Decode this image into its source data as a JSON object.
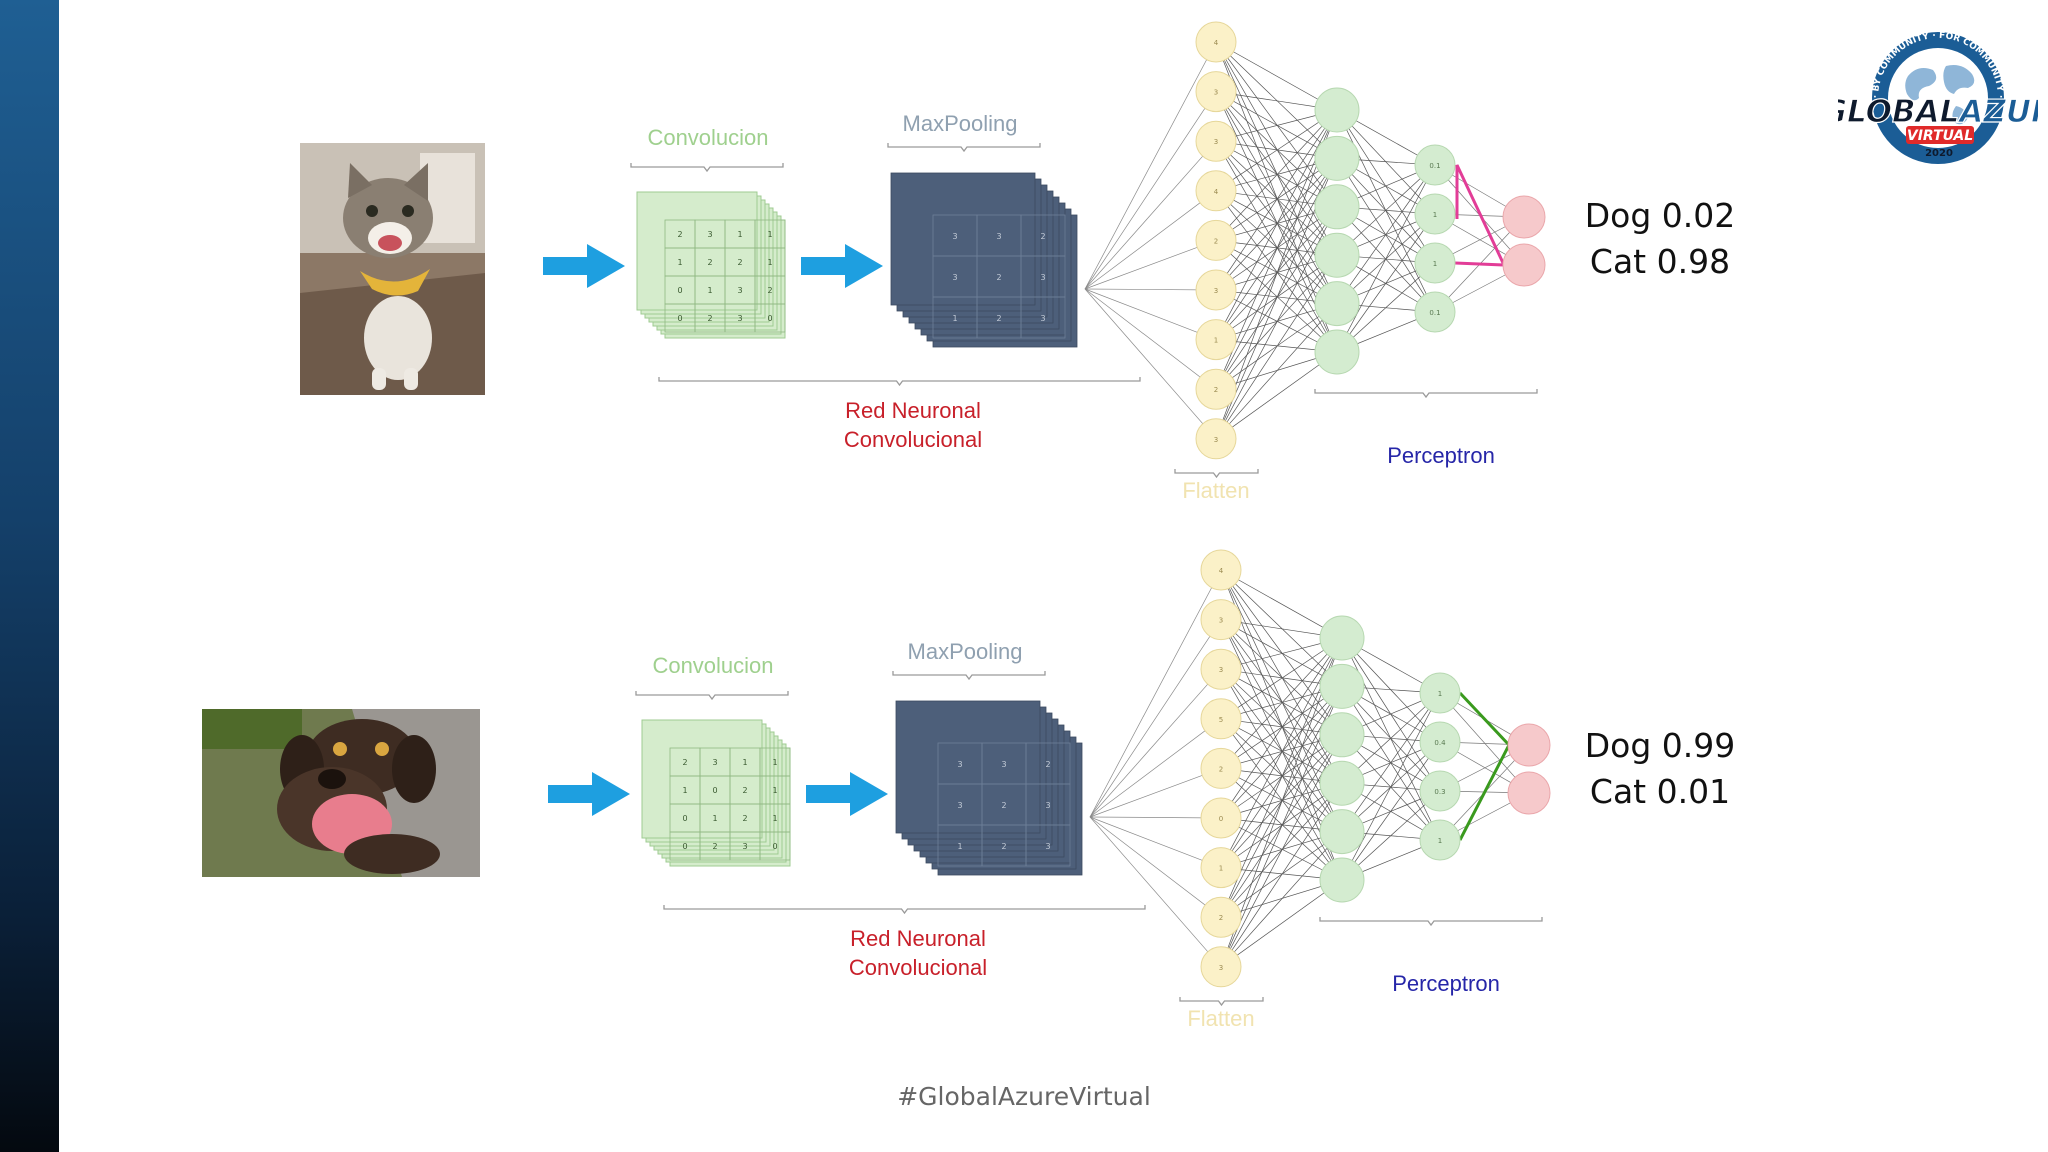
{
  "slide": {
    "footer": "#GlobalAzureVirtual"
  },
  "logo": {
    "ring_text": "· BY COMMUNITY · FOR COMMUNITY ·",
    "main_text_1": "#GLOBAL",
    "main_text_2": "AZURE",
    "sub_text": "VIRTUAL",
    "year": "2020"
  },
  "rows": [
    {
      "image": "cat-photo",
      "conv_label": "Convolucion",
      "pool_label": "MaxPooling",
      "cnn_label_line1": "Red Neuronal",
      "cnn_label_line2": "Convolucional",
      "flatten_label": "Flatten",
      "perceptron_label": "Perceptron",
      "conv_grid": [
        "2",
        "3",
        "1",
        "1",
        "1",
        "2",
        "2",
        "1",
        "0",
        "1",
        "3",
        "2",
        "0",
        "2",
        "3",
        "0"
      ],
      "pool_grid": [
        "3",
        "3",
        "2",
        "3",
        "2",
        "3",
        "1",
        "2",
        "3"
      ],
      "flatten_values": [
        "4",
        "3",
        "3",
        "4",
        "2",
        "3",
        "1",
        "2",
        "3"
      ],
      "hidden2_values": [
        "0.1",
        "1",
        "1",
        "0.1"
      ],
      "result_line1": "Dog 0.02",
      "result_line2": "Cat 0.98",
      "highlight_color": "#e23d97"
    },
    {
      "image": "dog-photo",
      "conv_label": "Convolucion",
      "pool_label": "MaxPooling",
      "cnn_label_line1": "Red Neuronal",
      "cnn_label_line2": "Convolucional",
      "flatten_label": "Flatten",
      "perceptron_label": "Perceptron",
      "conv_grid": [
        "2",
        "3",
        "1",
        "1",
        "1",
        "0",
        "2",
        "1",
        "0",
        "1",
        "2",
        "1",
        "0",
        "2",
        "3",
        "0"
      ],
      "pool_grid": [
        "3",
        "3",
        "2",
        "3",
        "2",
        "3",
        "1",
        "2",
        "3"
      ],
      "flatten_values": [
        "4",
        "3",
        "3",
        "5",
        "2",
        "0",
        "1",
        "2",
        "3"
      ],
      "hidden2_values": [
        "1",
        "0.4",
        "0.3",
        "1"
      ],
      "result_line1": "Dog 0.99",
      "result_line2": "Cat 0.01",
      "highlight_color": "#3a9a1e"
    }
  ],
  "colors": {
    "arrow": "#1e9fe0",
    "conv_fill": "#d5eccc",
    "conv_stroke": "#9fcb92",
    "pool_fill": "#4d5f7a",
    "flatten_fill": "#fbf1c8",
    "flatten_stroke": "#e6d79a",
    "hidden_fill": "#d4ecd0",
    "output_fill": "#f6c9cb",
    "cnn_label": "#c8202a",
    "perceptron_label": "#2626a8",
    "conv_label": "#9fd08e",
    "pool_label": "#8fa0b0",
    "flatten_label": "#f1e3b0"
  }
}
